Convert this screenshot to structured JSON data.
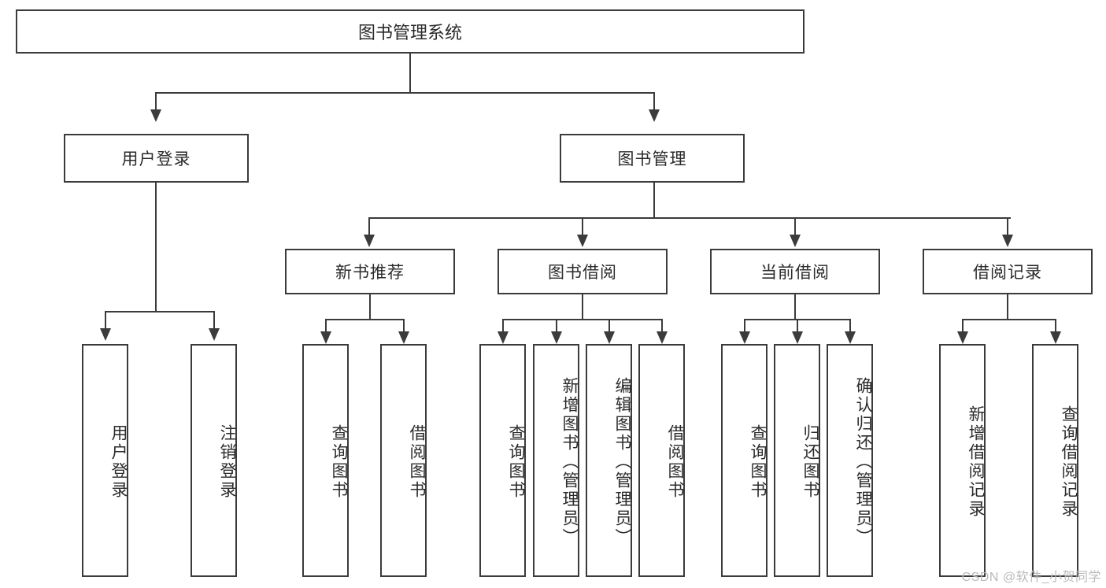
{
  "diagram": {
    "title": "图书管理系统",
    "type": "tree-hierarchy-diagram",
    "root": {
      "label": "图书管理系统"
    },
    "level2": [
      {
        "label": "用户登录"
      },
      {
        "label": "图书管理"
      }
    ],
    "level3": [
      {
        "label": "新书推荐"
      },
      {
        "label": "图书借阅"
      },
      {
        "label": "当前借阅"
      },
      {
        "label": "借阅记录"
      }
    ],
    "leaves_user_login": [
      {
        "label": "用户登录"
      },
      {
        "label": "注销登录"
      }
    ],
    "leaves_new_book": [
      {
        "label": "查询图书"
      },
      {
        "label": "借阅图书"
      }
    ],
    "leaves_borrow": [
      {
        "label": "查询图书"
      },
      {
        "label": "新增图书（管理员）"
      },
      {
        "label": "编辑图书（管理员）"
      },
      {
        "label": "借阅图书"
      }
    ],
    "leaves_current": [
      {
        "label": "查询图书"
      },
      {
        "label": "归还图书"
      },
      {
        "label": "确认归还（管理员）"
      }
    ],
    "leaves_record": [
      {
        "label": "新增借阅记录"
      },
      {
        "label": "查询借阅记录"
      }
    ],
    "watermark": "CSDN @软件_小贺同学",
    "colors": {
      "stroke": "#3b3b3b",
      "fill": "#ffffff",
      "text": "#2b2b2b",
      "watermark": "#b9b9b9"
    }
  }
}
